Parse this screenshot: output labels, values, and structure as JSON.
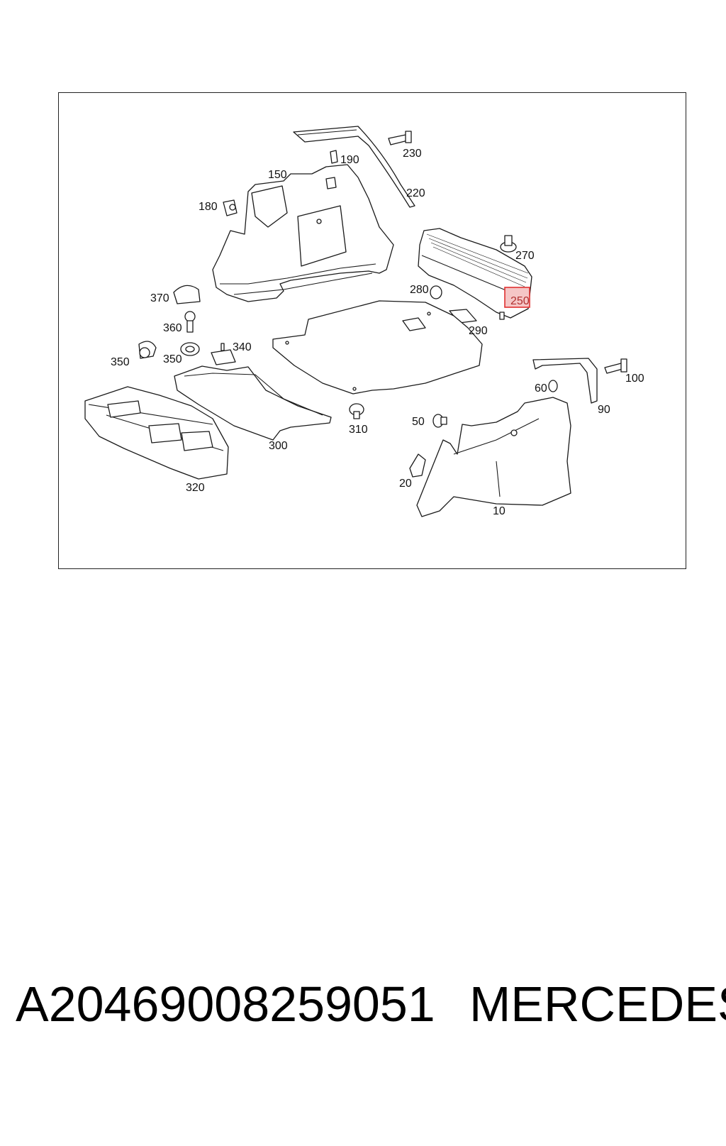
{
  "callouts": {
    "c10": "10",
    "c20": "20",
    "c50": "50",
    "c60": "60",
    "c90": "90",
    "c100": "100",
    "c150": "150",
    "c180": "180",
    "c190": "190",
    "c220": "220",
    "c230": "230",
    "c250": "250",
    "c270": "270",
    "c280": "280",
    "c290": "290",
    "c300": "300",
    "c310": "310",
    "c320": "320",
    "c340": "340",
    "c350a": "350",
    "c350b": "350",
    "c360": "360",
    "c370": "370"
  },
  "highlight": {
    "callout": "250",
    "color": "#e03030",
    "fill": "#f5c6c6"
  },
  "caption": {
    "part_number": "A20469008259051",
    "brand": "MERCEDES"
  }
}
